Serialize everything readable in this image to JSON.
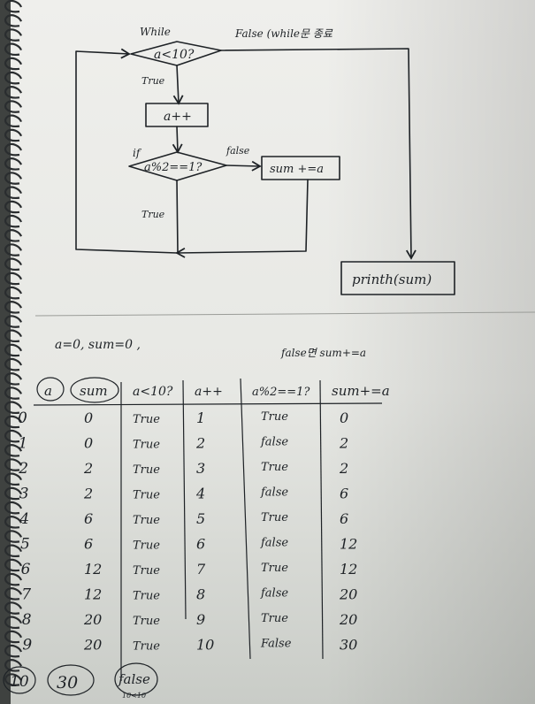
{
  "flowchart": {
    "while_label": "While",
    "loop_condition": "a<10?",
    "loop_false_label": "False (while문 종료",
    "true_label_1": "True",
    "increment": "a++",
    "if_label": "if",
    "if_condition": "a%2==1?",
    "false_label": "false",
    "sum_update": "sum +=a",
    "true_label_2": "True",
    "print_statement": "printh(sum)"
  },
  "notes": {
    "init": "a=0,   sum=0  ,",
    "caption": "false면 sum+=a"
  },
  "trace_table": {
    "headers": [
      "a",
      "sum",
      "a<10?",
      "a++",
      "a%2==1?",
      "sum+=a"
    ],
    "rows": [
      [
        "0",
        "0",
        "True",
        "1",
        "True",
        "0"
      ],
      [
        "1",
        "0",
        "True",
        "2",
        "false",
        "2"
      ],
      [
        "2",
        "2",
        "True",
        "3",
        "True",
        "2"
      ],
      [
        "3",
        "2",
        "True",
        "4",
        "false",
        "6"
      ],
      [
        "4",
        "6",
        "True",
        "5",
        "True",
        "6"
      ],
      [
        "5",
        "6",
        "True",
        "6",
        "false",
        "12"
      ],
      [
        "6",
        "12",
        "True",
        "7",
        "True",
        "12"
      ],
      [
        "7",
        "12",
        "True",
        "8",
        "false",
        "20"
      ],
      [
        "8",
        "20",
        "True",
        "9",
        "True",
        "20"
      ],
      [
        "9",
        "20",
        "True",
        "10",
        "False",
        "30"
      ]
    ],
    "final_row": {
      "a": "10",
      "sum": "30",
      "condition": "false",
      "condition_note": "10<10"
    }
  },
  "colors": {
    "paper": "#ecedea",
    "paper_shadow": "#d4d6d2",
    "ink": "#1e2226",
    "spiral": "#2a2d2f",
    "background": "#3f4240"
  }
}
